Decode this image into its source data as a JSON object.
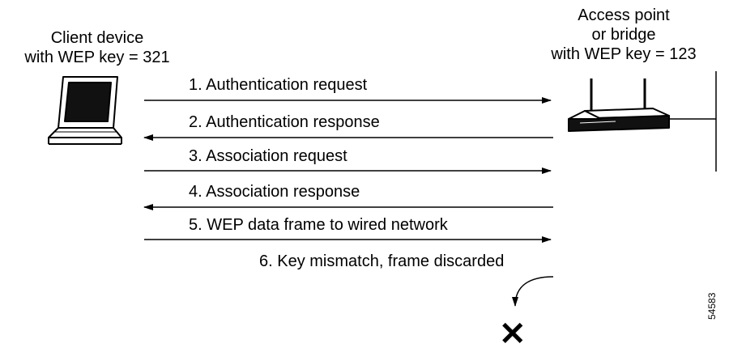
{
  "client": {
    "label_line1": "Client device",
    "label_line2": "with WEP key = 321"
  },
  "access_point": {
    "label_line1": "Access point",
    "label_line2": "or bridge",
    "label_line3": "with WEP key = 123"
  },
  "steps": [
    {
      "label": "1. Authentication request",
      "direction": "to-ap"
    },
    {
      "label": "2. Authentication response",
      "direction": "to-client"
    },
    {
      "label": "3. Association request",
      "direction": "to-ap"
    },
    {
      "label": "4. Association response",
      "direction": "to-client"
    },
    {
      "label": "5. WEP data frame to wired network",
      "direction": "to-ap"
    },
    {
      "label": "6. Key mismatch, frame discarded",
      "direction": "discard"
    }
  ],
  "discard_symbol": "✕",
  "figure_id": "54583"
}
